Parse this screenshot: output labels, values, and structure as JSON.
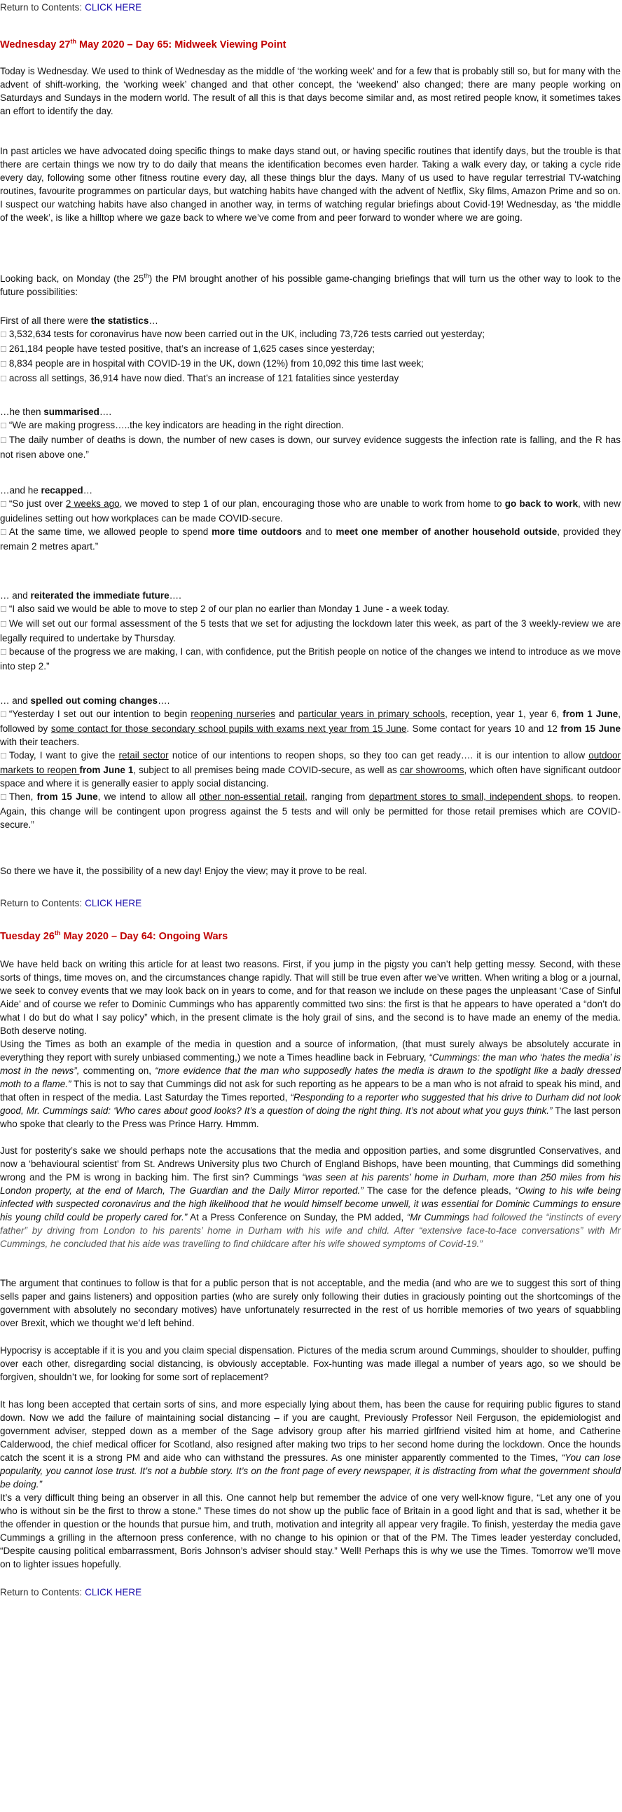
{
  "nav": {
    "return_label": "Return to Contents:",
    "click_here": "CLICK HERE"
  },
  "a1": {
    "title_pre": "Wednesday 27",
    "title_sup": "th",
    "title_post": "  May 2020 – Day 65: Midweek Viewing Point",
    "p1": "Today is Wednesday. We used to think of Wednesday as the middle of ‘the working week’ and for a few that is probably still so, but for many with the advent of shift-working, the ‘working week’ changed and that other concept, the ‘weekend’ also changed; there are many people working on Saturdays and Sundays in the modern world. The result of all this is that days become similar and, as most retired people know, it sometimes takes an effort to identify the day.",
    "p2": "In past articles we have advocated doing specific things to make days stand out, or having specific routines that identify days, but the trouble is that there are certain things we now try to do daily that means the identification becomes even harder. Taking a walk every day, or taking a cycle ride every day, following some other fitness routine every day, all these things blur the days. Many of us used to have regular terrestrial TV-watching routines, favourite programmes on particular days, but watching habits have changed with the advent of Netflix, Sky films, Amazon Prime and so on. I suspect our watching habits have also changed in another way, in terms of watching regular briefings about Covid-19! Wednesday, as ‘the middle of the week’, is like a hilltop where we gaze back to where we’ve come from and peer forward to wonder where we are going.",
    "p3_pre": "Looking back, on Monday (the 25",
    "p3_sup": "th",
    "p3_post": ") the PM brought another of his possible game-changing briefings that will turn us the other way to look to the future possibilities:",
    "stats_intro_pre": "First of all there were ",
    "stats_intro_bold": "the statistics",
    "stats_intro_post": "…",
    "stats": [
      "3,532,634 tests for coronavirus have now been carried out in the UK, including 73,726 tests carried out yesterday;",
      "261,184 people have tested positive, that’s an increase of 1,625 cases since yesterday;",
      "8,834 people are in hospital with COVID-19 in the UK, down (12%) from 10,092 this time last week;",
      "across all settings, 36,914 have now died. That’s an increase of 121 fatalities since yesterday"
    ],
    "summ_pre": "…he then ",
    "summ_bold": "summarised",
    "summ_post": "….",
    "summ": [
      "“We are making progress…..the key indicators are heading in the right direction.",
      "The daily number of deaths is down, the number of new cases is down, our survey evidence suggests the infection rate is falling, and the R has not risen above one.”"
    ],
    "recap_pre": "…and he ",
    "recap_bold": "recapped",
    "recap_post": "…",
    "recap1_a": "“So just over ",
    "recap1_u": "2 weeks ago",
    "recap1_b": ", we moved to step 1 of our plan, encouraging those who are unable to work from home to ",
    "recap1_bold": "go back to work",
    "recap1_c": ", with new guidelines setting out how workplaces can be made COVID-secure.",
    "recap2_a": "At the same time, we allowed people to spend ",
    "recap2_b1": "more time outdoors",
    "recap2_b": " and to ",
    "recap2_b2": "meet one member of another household outside",
    "recap2_c": ", provided they remain 2 metres apart.”",
    "reit_pre": "… and ",
    "reit_bold": "reiterated the immediate future",
    "reit_post": "….",
    "reit": [
      "“I also said we would be able to move to step 2 of our plan no earlier than Monday 1 June - a week today.",
      "We will set out our formal assessment of the 5 tests that we set for adjusting the lockdown later this week, as part of the 3 weekly-review we are legally required to undertake by Thursday.",
      "because of the progress we are making, I can, with confidence, put the British people on notice of the changes we intend to introduce as we move into step 2.”"
    ],
    "spell_pre": "… and ",
    "spell_bold": "spelled out coming changes",
    "spell_post": "….",
    "ch1_a": "“Yesterday I set out our intention to begin ",
    "ch1_u1": "reopening nurseries",
    "ch1_b": " and ",
    "ch1_u2": "particular years in primary schools",
    "ch1_c": ", reception, year 1, year 6, ",
    "ch1_bold1": "from 1 June",
    "ch1_d": ", followed by ",
    "ch1_u3": "some contact for those secondary school pupils with exams next year from 15 June",
    "ch1_e": ". Some contact for years 10 and 12 ",
    "ch1_bold2": "from 15 June",
    "ch1_f": " with their teachers.",
    "ch2_a": "Today, I want to give the ",
    "ch2_u1": "retail sector",
    "ch2_b": " notice of our intentions to reopen shops, so they too can get ready…. it is our intention to allow ",
    "ch2_u2": "outdoor markets to reopen ",
    "ch2_bold": "from June 1",
    "ch2_c": ", subject to all premises being made COVID-secure, as well as ",
    "ch2_u3": "car showrooms",
    "ch2_d": ", which often have significant outdoor space and where it is generally easier to apply social distancing.",
    "ch3_a": "Then, ",
    "ch3_bold": "from 15 June",
    "ch3_b": ", we intend to allow all ",
    "ch3_u1": "other non-essential retail",
    "ch3_c": ", ranging from ",
    "ch3_u2": "department stores to small, independent shops",
    "ch3_d": ", to reopen. Again, this change will be contingent upon progress against the 5 tests and will only be permitted for those retail premises which are COVID-secure.”",
    "closing": "So there we have it, the possibility of a new day! Enjoy the view; may it prove to be real."
  },
  "a2": {
    "title_pre": "Tuesday 26",
    "title_sup": "th",
    "title_post": "  May 2020 – Day 64: Ongoing Wars",
    "p1": "We have held back on writing this article for at least two reasons. First, if you jump in the pigsty you can’t help getting messy. Second, with these sorts of things, time moves on, and the circumstances change rapidly. That will still be true even after we’ve written.  When writing a blog or a journal, we seek to convey events that we may look back on in years to come, and for that reason we include on these pages the unpleasant ‘Case of Sinful Aide’ and of course we refer to Dominic Cummings who has apparently committed two sins: the first is that he appears to have operated a “don’t do what I do but do what I say policy” which, in the present climate is the holy grail of sins, and the second is to have made an enemy of the media. Both deserve noting.",
    "p2_a": "Using the Times as both an example of the media in question and a source of information, (that must surely always be absolutely accurate in everything they report with surely unbiased commenting,) we note a Times headline back in February, ",
    "p2_i1": "“Cummings: the man who ‘hates the media’ is most in the news”,",
    "p2_b": " commenting on, ",
    "p2_i2": "“more evidence that the man who supposedly hates the media is drawn to the spotlight like a badly dressed moth to a flame.”",
    "p2_c": " This is not to say that Cummings did not ask for such reporting as he appears to be a man who is not afraid to speak his mind, and that often in respect of the media. Last Saturday the Times reported, ",
    "p2_i3": "“Responding to a reporter who suggested that his drive to Durham did not look good, Mr. Cummings said: ‘Who cares about good looks? It’s a question of doing the right thing. It’s not about what you guys think.”",
    "p2_d": "  The last person who spoke that clearly to the Press was Prince Harry. Hmmm.",
    "p3_a": "Just for posterity’s sake we should perhaps note the accusations that the media and opposition parties, and some disgruntled Conservatives, and now a ‘behavioural scientist’ from St. Andrews University plus two Church of England Bishops, have been mounting, that Cummings did something wrong and the PM is wrong in backing him. The first sin?  Cummings ",
    "p3_i1": "“was seen at his parents’ home in Durham, more than 250 miles from his London property, at the end of March, The Guardian and the Daily Mirror reported.”",
    "p3_b": " The case for the defence pleads, ",
    "p3_i2": "“Owing to his wife being infected with suspected coronavirus and the high likelihood that he would himself become unwell, it was essential for Dominic Cummings to ensure his young child could be properly cared for.”",
    "p3_c": " At a Press Conference on Sunday, the PM added, ",
    "p3_i3": "“Mr Cummings",
    "p3_i4": " had followed the “instincts of every father” by driving from London to his parents’ home in Durham with his wife and child. After “extensive face-to-face conversations” with Mr Cummings, he concluded that his aide was travelling to find childcare after his wife showed symptoms of Covid-19.”",
    "p4": "The argument that continues to follow is that for a public person that is not acceptable, and the media (and who are we to suggest this sort of thing sells paper and gains listeners) and opposition parties (who are surely only following their duties in graciously pointing out the shortcomings of the government with absolutely no secondary motives) have unfortunately resurrected in the rest of us horrible memories of two years of squabbling over Brexit, which we thought we’d left behind.",
    "p5": "Hypocrisy is acceptable if it is you and you claim special dispensation. Pictures of the media scrum around Cummings, shoulder to shoulder, puffing over each other, disregarding social distancing, is obviously acceptable. Fox-hunting was made illegal a number of years ago, so we should be forgiven, shouldn’t we, for looking for some sort of replacement?",
    "p6_a": "It has long been accepted that certain sorts of sins, and more especially lying about them, has been the cause for requiring public figures to stand down. Now we add the failure of maintaining social distancing – if you are caught,    Previously Professor Neil Ferguson, the epidemiologist and government adviser, stepped down as a member of the Sage advisory group after his married girlfriend visited him at home, and Catherine Calderwood, the chief medical officer for Scotland, also resigned after making two trips to her second home during the lockdown. Once the hounds catch the scent it is a strong PM and aide who can withstand the pressures. As one minister apparently commented to the Times, ",
    "p6_i": "“You can lose popularity, you cannot lose trust. It’s not a bubble story. It’s on the front page of every newspaper, it is distracting from what the government should be doing.”",
    "p7": "It’s a very difficult thing being an observer in all this. One cannot help but remember the advice of one very well-know figure, “Let any one of you who is without sin be the first to throw a stone.” These times do not show up the public face of Britain in a good light and that is sad, whether it be the offender in question or the hounds that pursue him, and truth, motivation and integrity all appear very fragile. To finish, yesterday the media gave Cummings a grilling in the afternoon press conference, with no change to his opinion or that of the PM. The Times leader yesterday concluded, “Despite causing political embarrassment, Boris Johnson’s adviser should stay.” Well!  Perhaps this is why we use the Times. Tomorrow we’ll move on to lighter issues hopefully."
  }
}
